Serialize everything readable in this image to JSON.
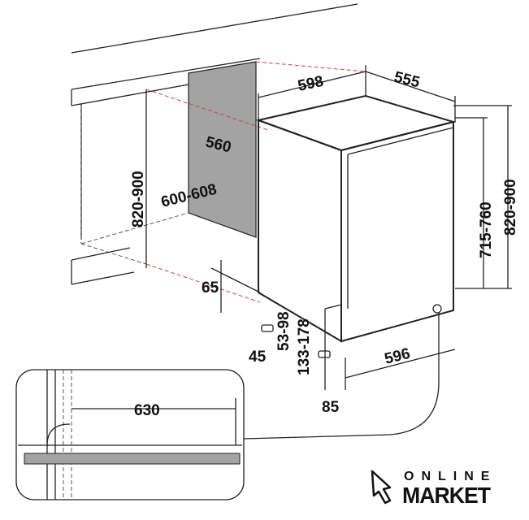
{
  "dimensions": {
    "appliance_width": "598",
    "appliance_depth": "555",
    "niche_depth": "560",
    "niche_width": "600-608",
    "niche_height_left": "820-900",
    "appliance_height": "715-760",
    "niche_height_right": "820-900",
    "plinth_gap": "65",
    "foot_offset": "45",
    "foot_height_range": "53-98",
    "plinth_height_range": "133-178",
    "base_depth": "596",
    "door_offset": "85",
    "inset_depth": "630"
  },
  "logo": {
    "line1": "ONLINE",
    "line2": "MARKET"
  }
}
